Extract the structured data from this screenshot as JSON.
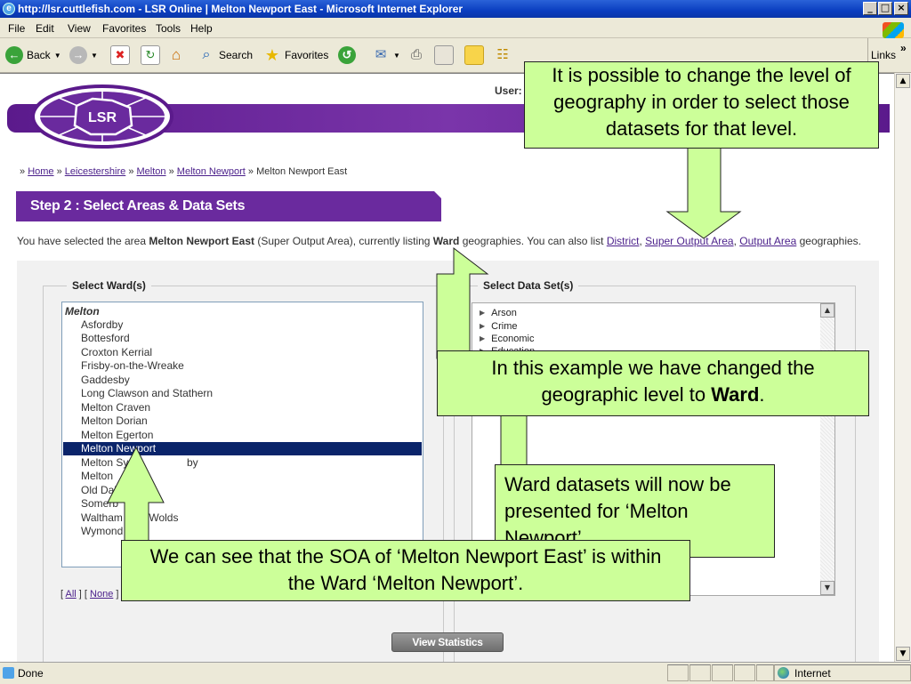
{
  "window": {
    "title": "http://lsr.cuttlefish.com - LSR Online | Melton Newport East - Microsoft Internet Explorer",
    "controls": [
      "_",
      "□",
      "×"
    ]
  },
  "menu": [
    "File",
    "Edit",
    "View",
    "Favorites",
    "Tools",
    "Help"
  ],
  "toolbar": {
    "back": "Back",
    "search": "Search",
    "favorites": "Favorites",
    "links": "Links"
  },
  "site": {
    "logo": "LSR",
    "user_label": "User:",
    "brand_color": "#6a2a9e"
  },
  "breadcrumb": {
    "sep": "»",
    "items": [
      "Home",
      "Leicestershire",
      "Melton",
      "Melton Newport"
    ],
    "current": "Melton Newport East"
  },
  "step_title": "Step 2 : Select Areas & Data Sets",
  "selection": {
    "prefix": "You have selected the area ",
    "area": "Melton Newport East",
    "middle": " (Super Output Area), currently listing ",
    "level": "Ward",
    "suffix1": " geographies. You can also list ",
    "links": [
      "District",
      "Super Output Area",
      "Output Area"
    ],
    "suffix2": " geographies."
  },
  "wards": {
    "legend": "Select Ward(s)",
    "group": "Melton",
    "items": [
      "Asfordby",
      "Bottesford",
      "Croxton Kerrial",
      "Frisby-on-the-Wreake",
      "Gaddesby",
      "Long Clawson and Stathern",
      "Melton Craven",
      "Melton Dorian",
      "Melton Egerton",
      "Melton Newport",
      "Melton Sysonby",
      "Melton Warwick",
      "Old Dalby",
      "Somerby",
      "Waltham-on-the-Wolds",
      "Wymondham"
    ],
    "visible_items": [
      "Asfordby",
      "Bottesford",
      "Croxton Kerrial",
      "Frisby-on-the-Wreake",
      "Gaddesby",
      "Long Clawson and Stathern",
      "Melton Craven",
      "Melton Dorian",
      "Melton Egerton",
      "Melton Newport",
      "Melton Sy",
      "by",
      "Melton",
      "Old Dalt",
      "Somerb",
      "Waltham",
      "he-Wolds",
      "Wymond"
    ],
    "selected": "Melton Newport",
    "all": "All",
    "none": "None"
  },
  "datasets": {
    "legend": "Select Data Set(s)",
    "items": [
      "Arson",
      "Crime",
      "Economic",
      "Education"
    ]
  },
  "view_button": "View Statistics",
  "status": {
    "text": "Done",
    "zone": "Internet"
  },
  "callouts": {
    "c1": "It is possible to change the level of geography in order to select those datasets for that level.",
    "c2_a": "In this example we have changed the geographic level to ",
    "c2_b": "Ward",
    "c2_c": ".",
    "c3": "Ward datasets will now be presented for ‘Melton Newport’.",
    "c4": "We can see that the SOA of ‘Melton Newport East’ is within the Ward ‘Melton Newport’.",
    "color": "#ccff99"
  }
}
